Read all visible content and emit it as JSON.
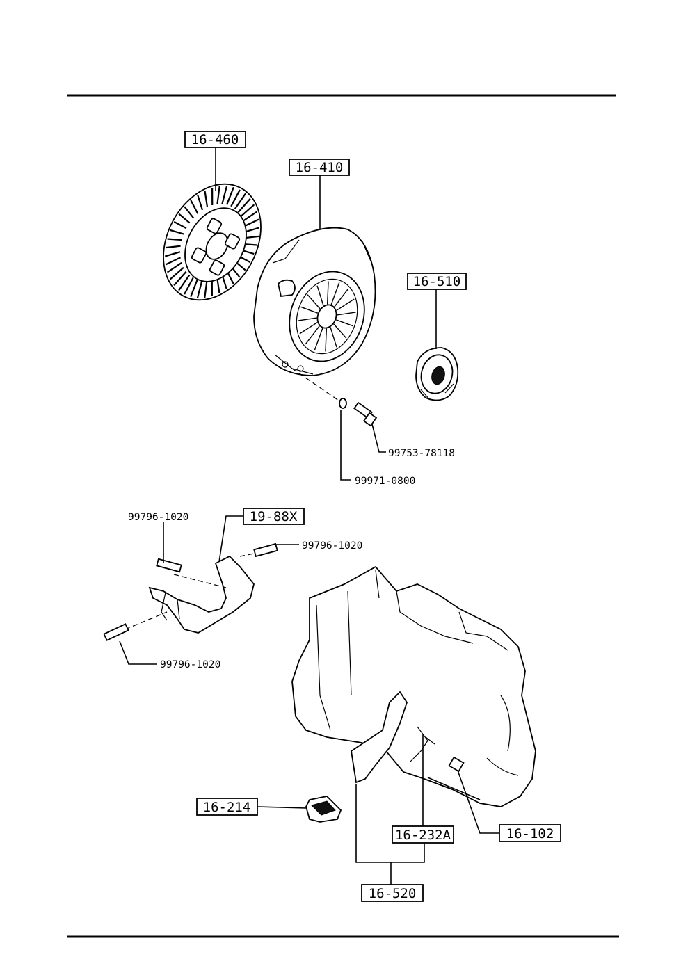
{
  "boxed_labels": {
    "clutch_disc": "16-460",
    "clutch_cover": "16-410",
    "release_bearing": "16-510",
    "dust_cover": "19-88X",
    "fork_boot": "16-214",
    "fork_spring": "16-232A",
    "pivot_bolt": "16-102",
    "release_fork": "16-520"
  },
  "part_numbers": {
    "cover_bolt": "99753-78118",
    "lock_washer": "99971-0800",
    "dust_cover_bolt_top": "99796-1020",
    "dust_cover_bolt_right": "99796-1020",
    "dust_cover_bolt_lower": "99796-1020"
  },
  "colors": {
    "ink": "#000000",
    "paper": "#ffffff"
  }
}
